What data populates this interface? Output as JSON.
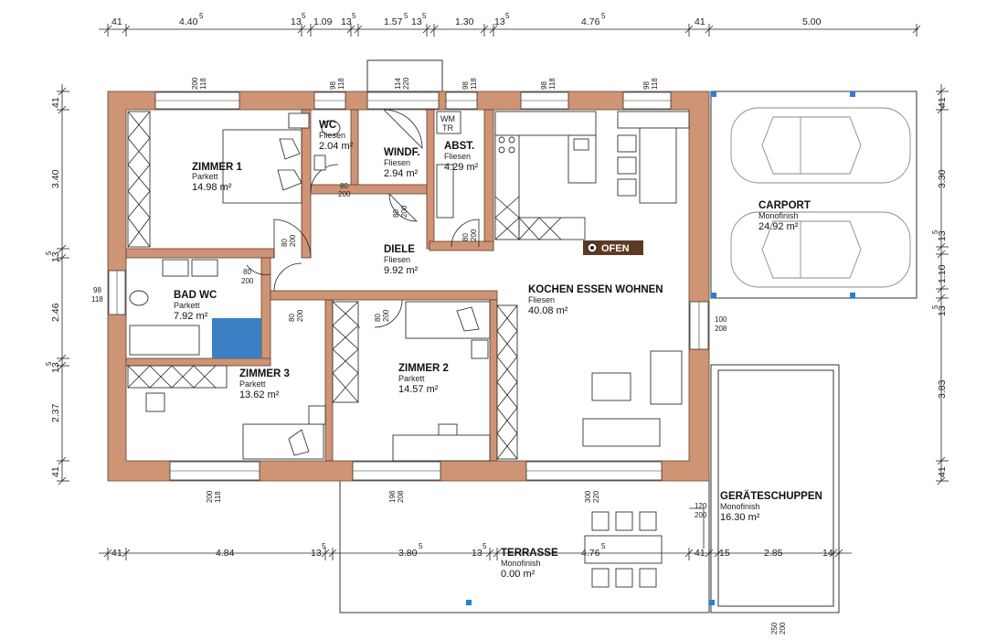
{
  "dimensions": {
    "top": [
      "41",
      "4.40",
      "5",
      "13",
      "5",
      "1.09",
      "13",
      "5",
      "1.57",
      "5",
      "13",
      "5",
      "1.30",
      "13",
      "5",
      "4.76",
      "5",
      "41",
      "5.00"
    ],
    "bottom": [
      "41",
      "4.84",
      "13",
      "5",
      "3.80",
      "5",
      "13",
      "5",
      "4.76",
      "5",
      "41",
      "15",
      "2.85",
      "14"
    ],
    "left": [
      "41",
      "3.40",
      "13",
      "5",
      "2.46",
      "13",
      "5",
      "2.37",
      "41"
    ],
    "right": [
      "41",
      "3.30",
      "13",
      "5",
      "1.10",
      "13",
      "5",
      "3.83",
      "41"
    ]
  },
  "openings": [
    {
      "top": "200",
      "bottom": "118"
    },
    {
      "top": "98",
      "bottom": "118"
    },
    {
      "top": "114",
      "bottom": "220"
    },
    {
      "top": "98",
      "bottom": "118"
    },
    {
      "top": "98",
      "bottom": "118"
    },
    {
      "top": "98",
      "bottom": "118"
    },
    {
      "top": "98",
      "bottom": "118"
    },
    {
      "top": "100",
      "bottom": "208"
    },
    {
      "top": "200",
      "bottom": "118"
    },
    {
      "top": "198",
      "bottom": "208"
    },
    {
      "top": "300",
      "bottom": "220"
    },
    {
      "top": "120",
      "bottom": "200"
    },
    {
      "top": "250",
      "bottom": "200"
    }
  ],
  "doors": [
    {
      "top": "80",
      "bottom": "200"
    },
    {
      "top": "80",
      "bottom": "200"
    },
    {
      "top": "80",
      "bottom": "200"
    },
    {
      "top": "80",
      "bottom": "200"
    },
    {
      "top": "80",
      "bottom": "200"
    },
    {
      "top": "80",
      "bottom": "200"
    },
    {
      "top": "80",
      "bottom": "200"
    }
  ],
  "rooms": [
    {
      "name": "ZIMMER 1",
      "floor": "Parkett",
      "area": "14.98 m²"
    },
    {
      "name": "WC",
      "floor": "Fliesen",
      "area": "2.04 m²"
    },
    {
      "name": "WINDF.",
      "floor": "Fliesen",
      "area": "2.94 m²"
    },
    {
      "name": "ABST.",
      "floor": "Fliesen",
      "area": "4.29 m²"
    },
    {
      "name": "CARPORT",
      "floor": "Monofinish",
      "area": "24.92 m²"
    },
    {
      "name": "DIELE",
      "floor": "Fliesen",
      "area": "9.92 m²"
    },
    {
      "name": "BAD WC",
      "floor": "Parkett",
      "area": "7.92 m²"
    },
    {
      "name": "KOCHEN ESSEN WOHNEN",
      "floor": "Fliesen",
      "area": "40.08 m²"
    },
    {
      "name": "ZIMMER 3",
      "floor": "Parkett",
      "area": "13.62 m²"
    },
    {
      "name": "ZIMMER 2",
      "floor": "Parkett",
      "area": "14.57 m²"
    },
    {
      "name": "GERÄTESCHUPPEN",
      "floor": "Monofinish",
      "area": "16.30 m²"
    },
    {
      "name": "TERRASSE",
      "floor": "Monofinish",
      "area": "0.00 m²"
    }
  ],
  "labels": {
    "ofen": "OFEN",
    "wm": "WM",
    "tr": "TR"
  },
  "colors": {
    "wall": "#cf9474",
    "tile": "#3b7fc4",
    "ofen": "#5c3a22"
  }
}
